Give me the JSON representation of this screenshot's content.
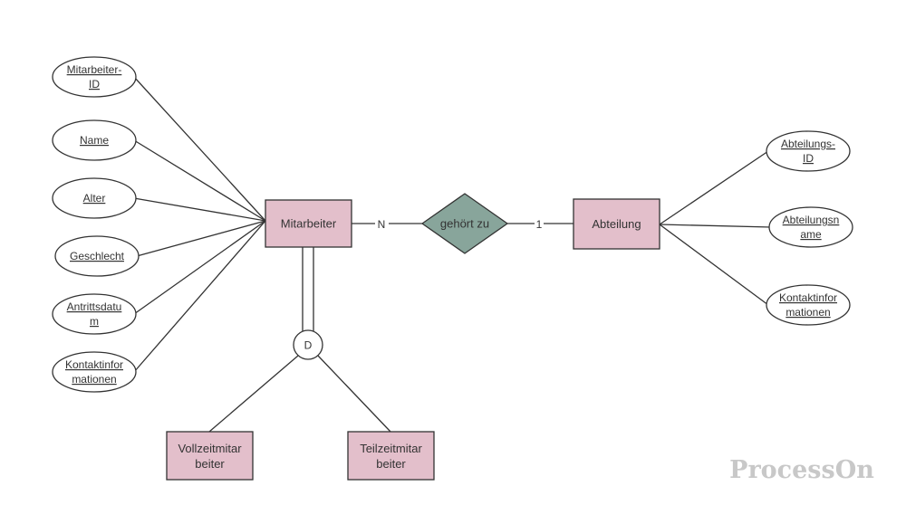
{
  "entities": {
    "mitarbeiter": "Mitarbeiter",
    "abteilung": "Abteilung",
    "vollzeit": [
      "Vollzeitmitar",
      "beiter"
    ],
    "teilzeit": [
      "Teilzeitmitar",
      "beiter"
    ]
  },
  "relationship": {
    "label": "gehört zu",
    "card_left": "N",
    "card_right": "1"
  },
  "specialization": {
    "label": "D"
  },
  "mitarbeiter_attributes": [
    [
      "Mitarbeiter-",
      "ID"
    ],
    [
      "Name"
    ],
    [
      "Alter"
    ],
    [
      "Geschlecht"
    ],
    [
      "Antrittsdatu",
      "m"
    ],
    [
      "Kontaktinfor",
      "mationen"
    ]
  ],
  "abteilung_attributes": [
    [
      "Abteilungs-",
      "ID"
    ],
    [
      "Abteilungsn",
      "ame"
    ],
    [
      "Kontaktinfor",
      "mationen"
    ]
  ],
  "watermark": "ProcessOn"
}
